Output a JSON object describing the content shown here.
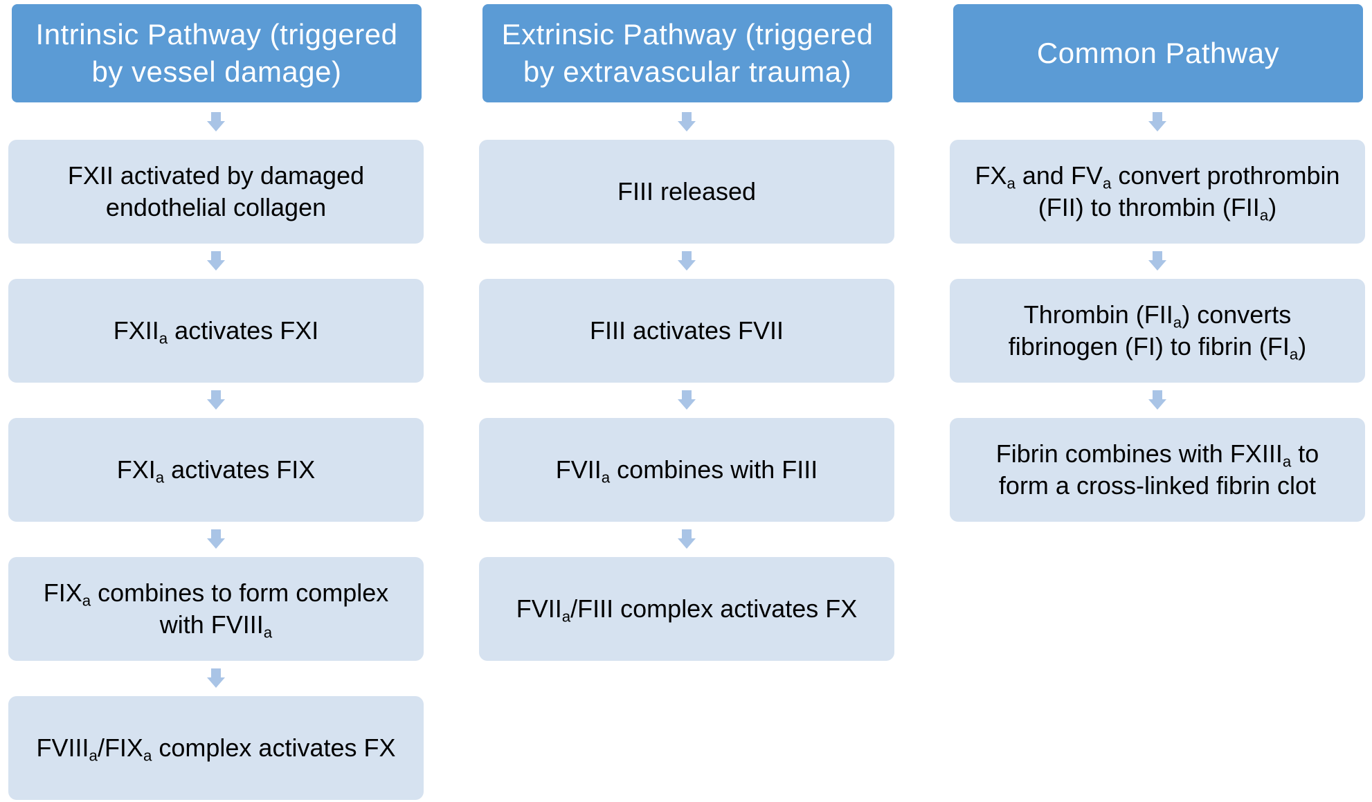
{
  "columns": [
    {
      "header": "Intrinsic Pathway (triggered by vessel damage)",
      "steps": [
        [
          {
            "t": "FXII activated by damaged endothelial collagen"
          }
        ],
        [
          {
            "t": "FXII"
          },
          {
            "s": "a"
          },
          {
            "t": " activates FXI"
          }
        ],
        [
          {
            "t": "FXI"
          },
          {
            "s": "a"
          },
          {
            "t": " activates FIX"
          }
        ],
        [
          {
            "t": "FIX"
          },
          {
            "s": "a"
          },
          {
            "t": " combines to form complex with FVIII"
          },
          {
            "s": "a"
          }
        ],
        [
          {
            "t": "FVIII"
          },
          {
            "s": "a"
          },
          {
            "t": "/FIX"
          },
          {
            "s": "a"
          },
          {
            "t": " complex activates FX"
          }
        ]
      ]
    },
    {
      "header": "Extrinsic Pathway (triggered by extravascular trauma)",
      "steps": [
        [
          {
            "t": "FIII released"
          }
        ],
        [
          {
            "t": "FIII activates FVII"
          }
        ],
        [
          {
            "t": "FVII"
          },
          {
            "s": "a"
          },
          {
            "t": " combines with FIII"
          }
        ],
        [
          {
            "t": "FVII"
          },
          {
            "s": "a"
          },
          {
            "t": "/FIII complex activates FX"
          }
        ]
      ]
    },
    {
      "header": "Common Pathway",
      "steps": [
        [
          {
            "t": "FX"
          },
          {
            "s": "a"
          },
          {
            "t": " and FV"
          },
          {
            "s": "a"
          },
          {
            "t": " convert prothrombin (FII) to thrombin (FII"
          },
          {
            "s": "a"
          },
          {
            "t": ")"
          }
        ],
        [
          {
            "t": "Thrombin (FII"
          },
          {
            "s": "a"
          },
          {
            "t": ") converts fibrinogen (FI) to fibrin (FI"
          },
          {
            "s": "a"
          },
          {
            "t": ")"
          }
        ],
        [
          {
            "t": "Fibrin combines with FXIII"
          },
          {
            "s": "a"
          },
          {
            "t": " to form a cross-linked fibrin clot"
          }
        ]
      ]
    }
  ],
  "colors": {
    "header_fill": "#5b9bd5",
    "step_fill": "#d6e2f0",
    "arrow_fill": "#a9c4e6"
  }
}
